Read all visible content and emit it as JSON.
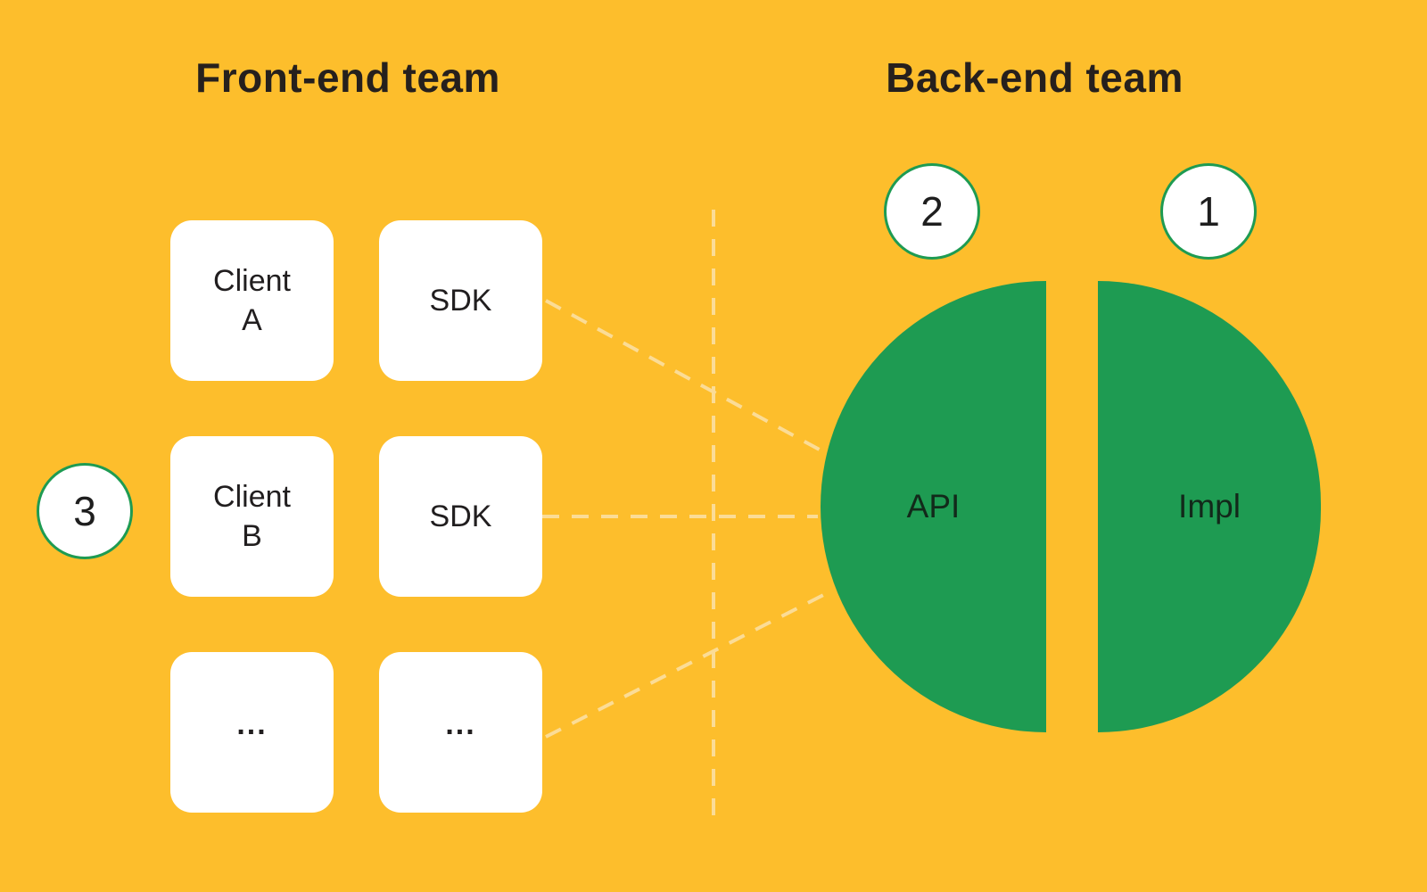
{
  "titles": {
    "left": "Front-end team",
    "right": "Back-end team"
  },
  "front_end": {
    "boxes": [
      {
        "label": "Client\nA"
      },
      {
        "label": "SDK"
      },
      {
        "label": "Client\nB"
      },
      {
        "label": "SDK"
      },
      {
        "label": "..."
      },
      {
        "label": "..."
      }
    ]
  },
  "back_end": {
    "api_label": "API",
    "impl_label": "Impl"
  },
  "badges": {
    "one": "1",
    "two": "2",
    "three": "3"
  },
  "colors": {
    "background": "#FDBE2C",
    "green": "#1E9B52",
    "dash": "#FBDC96",
    "box_bg": "#FFFFFF",
    "badge_border": "#1E9B52",
    "title_text": "#26201D",
    "label_text": "#211E1F",
    "circle_text": "#12291A"
  }
}
